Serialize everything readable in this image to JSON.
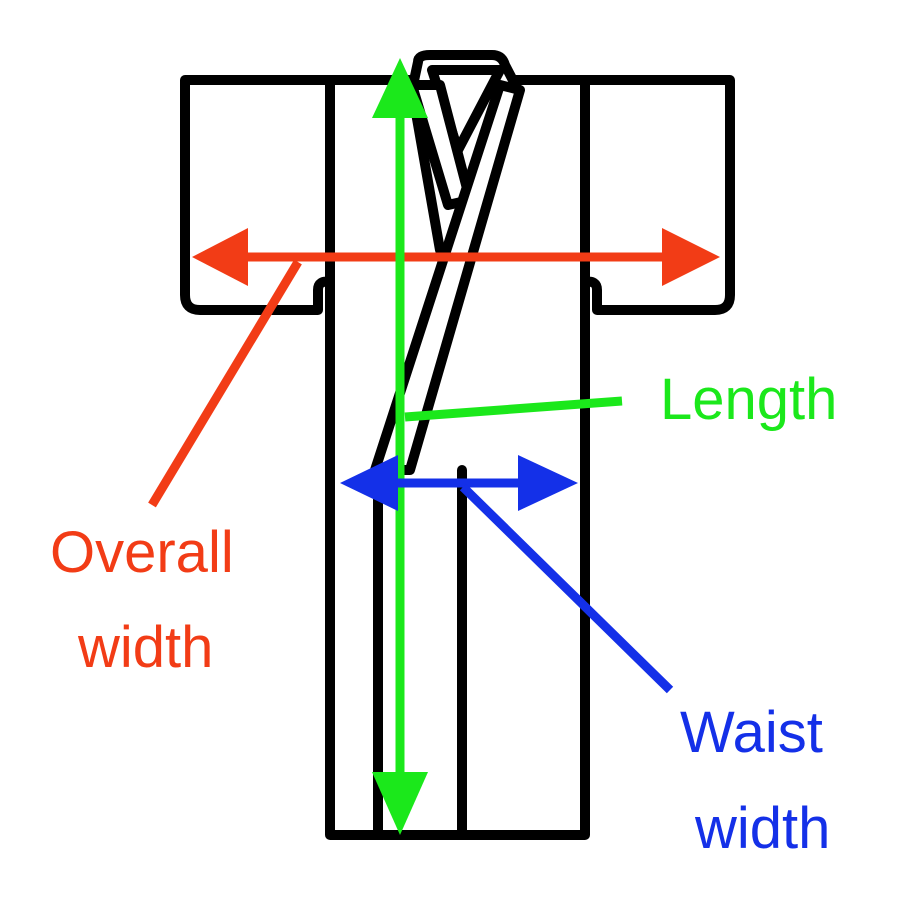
{
  "labels": {
    "overall_width": [
      "Overall",
      "width"
    ],
    "length": "Length",
    "waist_width": [
      "Waist",
      "width"
    ]
  },
  "colors": {
    "overall_width": "#f23c16",
    "length": "#1be81b",
    "waist_width": "#1430e8",
    "outline": "#000000"
  },
  "icons": {
    "figure": "kimono-outline-drawing"
  }
}
